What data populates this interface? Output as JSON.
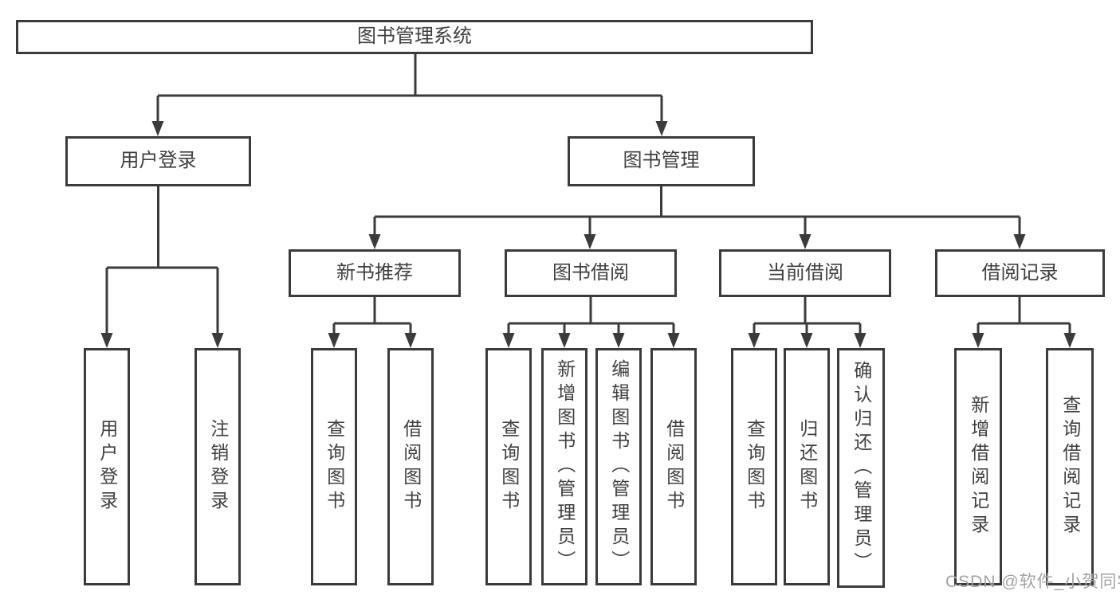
{
  "watermark": {
    "text": "CSDN @软件_小贺同学",
    "color": "#a3a3a3"
  },
  "style": {
    "line_color": "#3b3b3b",
    "box_border_color": "#3b3b3b",
    "text_color": "#3f3f3f",
    "background": "#ffffff"
  },
  "tree": {
    "label": "图书管理系统",
    "children": [
      {
        "label": "用户登录",
        "children": [
          {
            "label": "用户登录"
          },
          {
            "label": "注销登录"
          }
        ]
      },
      {
        "label": "图书管理",
        "children": [
          {
            "label": "新书推荐",
            "children": [
              {
                "label": "查询图书"
              },
              {
                "label": "借阅图书"
              }
            ]
          },
          {
            "label": "图书借阅",
            "children": [
              {
                "label": "查询图书"
              },
              {
                "label": "新增图书（管理员）"
              },
              {
                "label": "编辑图书（管理员）"
              },
              {
                "label": "借阅图书"
              }
            ]
          },
          {
            "label": "当前借阅",
            "children": [
              {
                "label": "查询图书"
              },
              {
                "label": "归还图书"
              },
              {
                "label": "确认归还（管理员）"
              }
            ]
          },
          {
            "label": "借阅记录",
            "children": [
              {
                "label": "新增借阅记录"
              },
              {
                "label": "查询借阅记录"
              }
            ]
          }
        ]
      }
    ]
  }
}
